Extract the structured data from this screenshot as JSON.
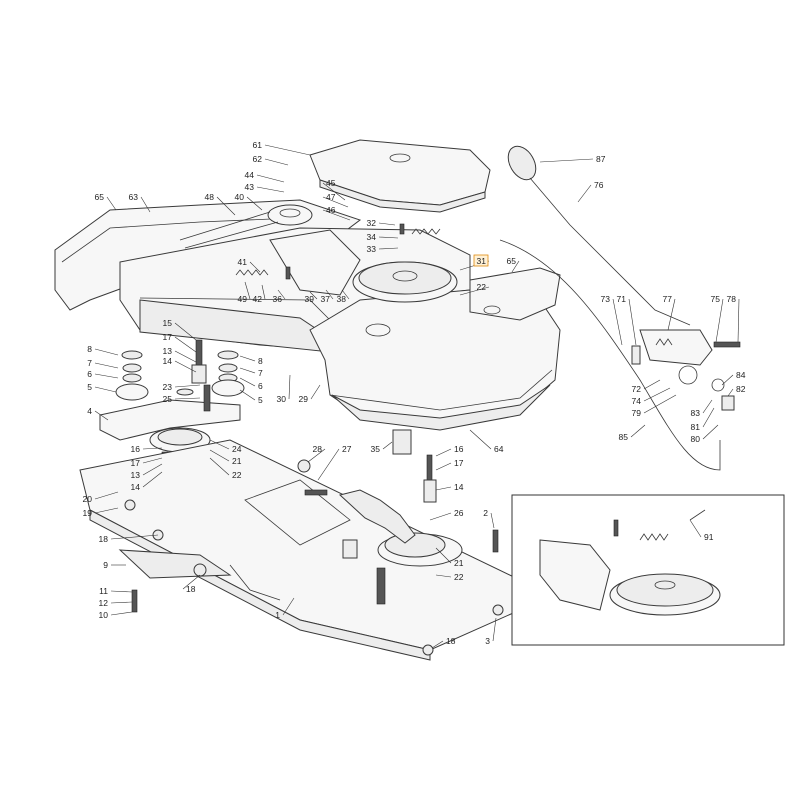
{
  "highlighted_part": "31",
  "colors": {
    "line": "#3a3a3a",
    "part_fill": "#f7f7f7",
    "highlight_box": "#fff1d6",
    "highlight_border": "#e08a10"
  },
  "labels": [
    "61",
    "62",
    "44",
    "43",
    "45",
    "47",
    "46",
    "65",
    "63",
    "48",
    "40",
    "32",
    "34",
    "33",
    "41",
    "49",
    "42",
    "36",
    "39",
    "37",
    "38",
    "31",
    "22",
    "65",
    "87",
    "76",
    "73",
    "71",
    "77",
    "75",
    "78",
    "72",
    "74",
    "79",
    "84",
    "82",
    "83",
    "81",
    "80",
    "85",
    "15",
    "17",
    "13",
    "14",
    "23",
    "25",
    "8",
    "7",
    "6",
    "5",
    "8",
    "7",
    "6",
    "5",
    "4",
    "30",
    "29",
    "64",
    "24",
    "21",
    "22",
    "16",
    "17",
    "13",
    "14",
    "20",
    "19",
    "28",
    "27",
    "35",
    "16",
    "17",
    "14",
    "26",
    "21",
    "22",
    "2",
    "18",
    "9",
    "11",
    "12",
    "10",
    "18",
    "1",
    "18",
    "3",
    "91"
  ]
}
